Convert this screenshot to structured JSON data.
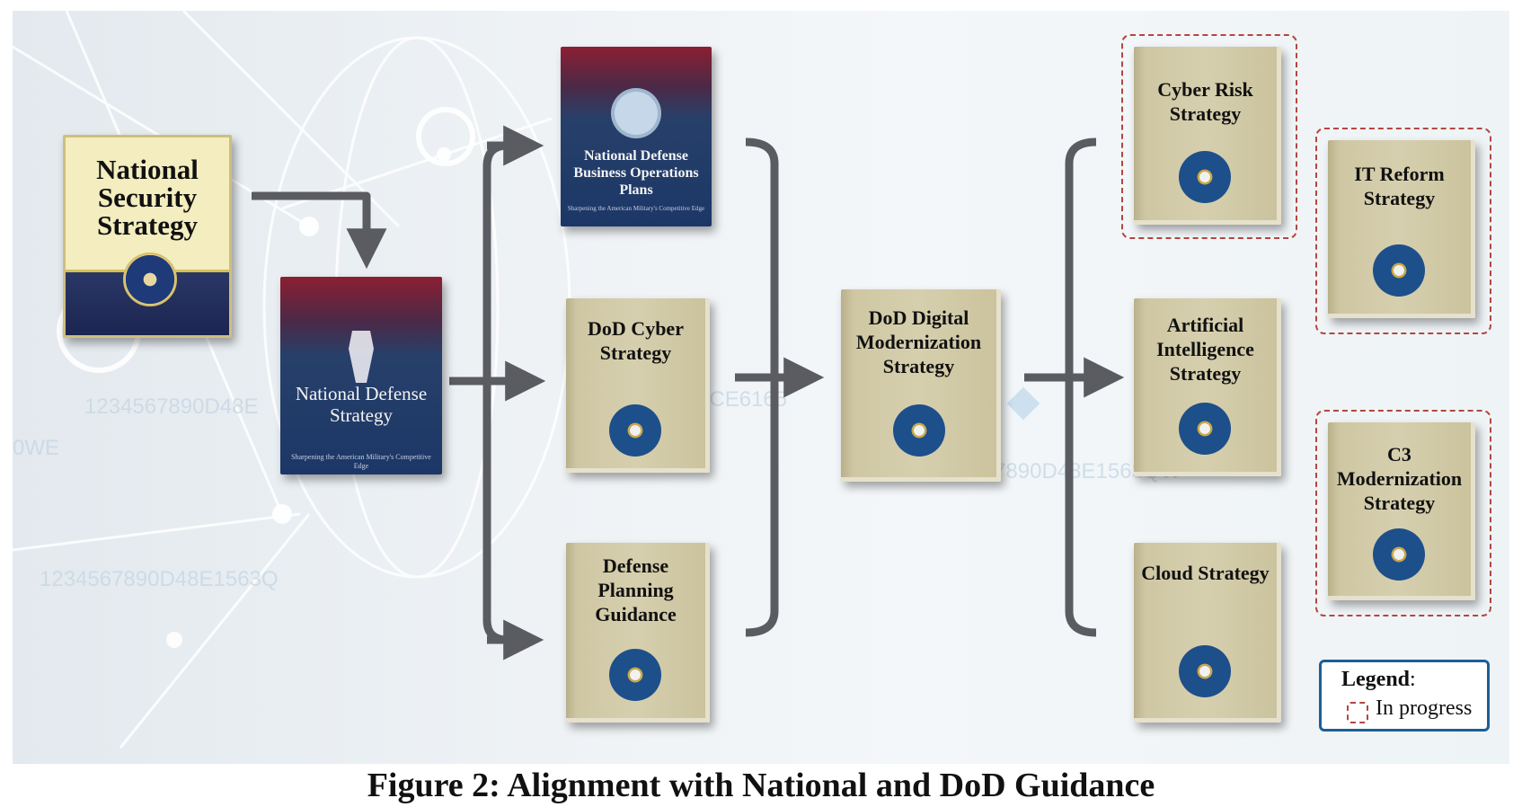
{
  "diagram": {
    "national_security_strategy": "National Security Strategy",
    "national_defense_strategy": "National Defense Strategy",
    "nds_subtitle": "Sharpening the American Military's Competitive Edge",
    "ndbop": "National Defense Business Operations Plans",
    "ndbop_subtitle": "Sharpening the American Military's Competitive Edge",
    "dod_cyber_strategy": "DoD Cyber Strategy",
    "defense_planning_guidance": "Defense Planning Guidance",
    "dod_digital_modernization_strategy": "DoD Digital Modernization Strategy",
    "cyber_risk_strategy": "Cyber Risk Strategy",
    "ai_strategy": "Artificial Intelligence Strategy",
    "cloud_strategy": "Cloud Strategy",
    "it_reform_strategy": "IT Reform Strategy",
    "c3_modernization_strategy": "C3 Modernization Strategy",
    "bg_hex_1": "1234567890D48E",
    "bg_hex_2": "1234567890D48E1563QW",
    "bg_hex_3": "1234567890D48E1563Q",
    "bg_hex_4": "0WE",
    "bg_hex_5": "3440CE6165"
  },
  "legend": {
    "title": "Legend",
    "colon": ":",
    "item": "In progress"
  },
  "caption": "Figure 2: Alignment with National and DoD Guidance",
  "colors": {
    "arrow": "#5a5c61",
    "in_progress_border": "#b3473f",
    "legend_border": "#1b5f97"
  }
}
